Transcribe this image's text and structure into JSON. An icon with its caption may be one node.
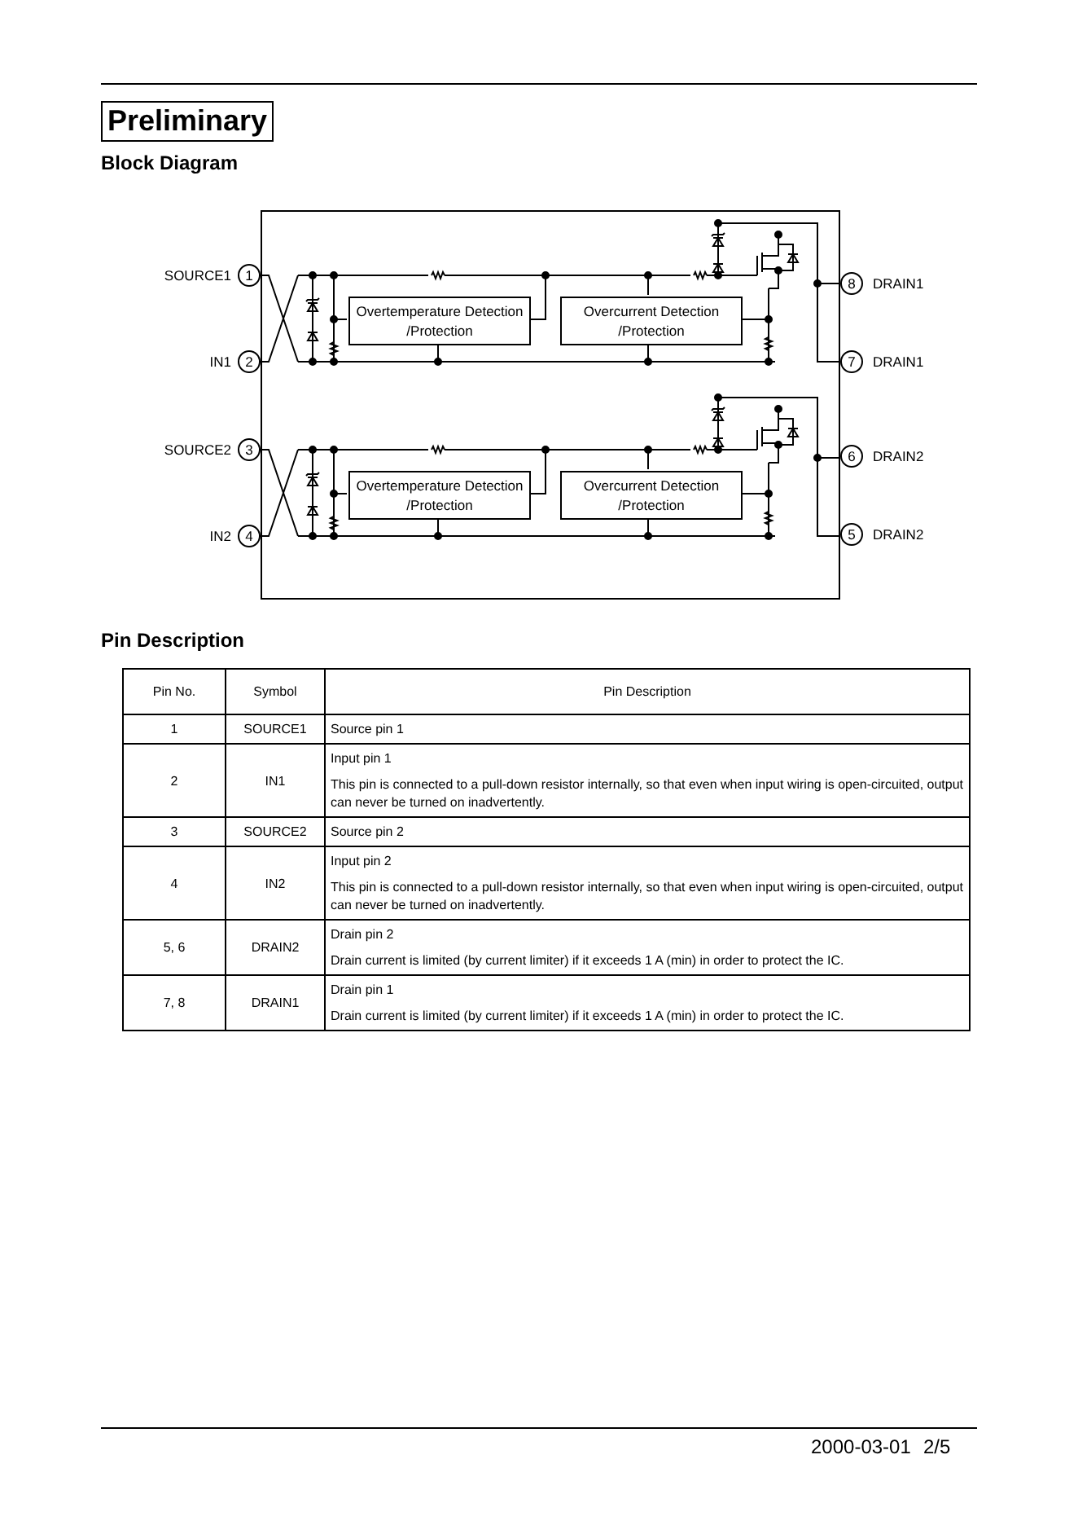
{
  "diagram": {
    "title": "Preliminary",
    "nodes": [
      {
        "text": [],
        "shape": "box"
      },
      {
        "text": [
          "Overtemperature Detection /Protection"
        ],
        "in": 0
      },
      {
        "text": [
          "Overcurrent Detection /Protection"
        ],
        "in": 0
      },
      {
        "text": [
          "Overtemperature Detection /Protection"
        ],
        "in": 0
      },
      {
        "text": [
          "Overcurrent Detection /Protection"
        ],
        "in": 0
      },
      {
        "text": [
          "1"
        ],
        "beside": [
          "SOURCE1"
        ]
      },
      {
        "text": [
          "8"
        ],
        "beside": [
          "DRAIN1"
        ]
      },
      {
        "text": [
          "2"
        ],
        "beside": [
          "IN1"
        ]
      },
      {
        "text": [
          "7"
        ],
        "beside": [
          "DRAIN1"
        ]
      },
      {
        "text": [
          "3"
        ],
        "beside": [
          "SOURCE2"
        ]
      },
      {
        "text": [
          "6"
        ],
        "beside": [
          "DRAIN2"
        ]
      },
      {
        "text": [
          "4"
        ],
        "beside": [
          "IN2"
        ]
      },
      {
        "text": [
          "5"
        ],
        "beside": [
          "DRAIN2"
        ]
      }
    ],
    "edges": [],
    "labels": [
      "Block Diagram",
      "Pin Description",
      "Pin No.",
      "Symbol",
      "Pin Description",
      "1",
      "SOURCE1",
      "Source pin 1",
      "2",
      "IN1",
      "Input pin 1",
      "This pin is connected to a pull-down resistor internally, so that even when input wiring is open-circuited, output can never be turned on inadvertently.",
      "3",
      "SOURCE2",
      "Source pin 2",
      "4",
      "IN2",
      "Input pin 2",
      "This pin is connected to a pull-down resistor internally, so that even when input wiring is open-circuited, output can never be turned on inadvertently.",
      "5, 6",
      "DRAIN2",
      "Drain pin 2",
      "Drain current is limited (by current limiter) if it exceeds 1 A (min) in order to protect the IC.",
      "7, 8",
      "DRAIN1",
      "Drain pin 1",
      "Drain current is limited (by current limiter) if it exceeds 1 A (min) in order to protect the IC.",
      "2000-03-01",
      "2/5"
    ]
  }
}
